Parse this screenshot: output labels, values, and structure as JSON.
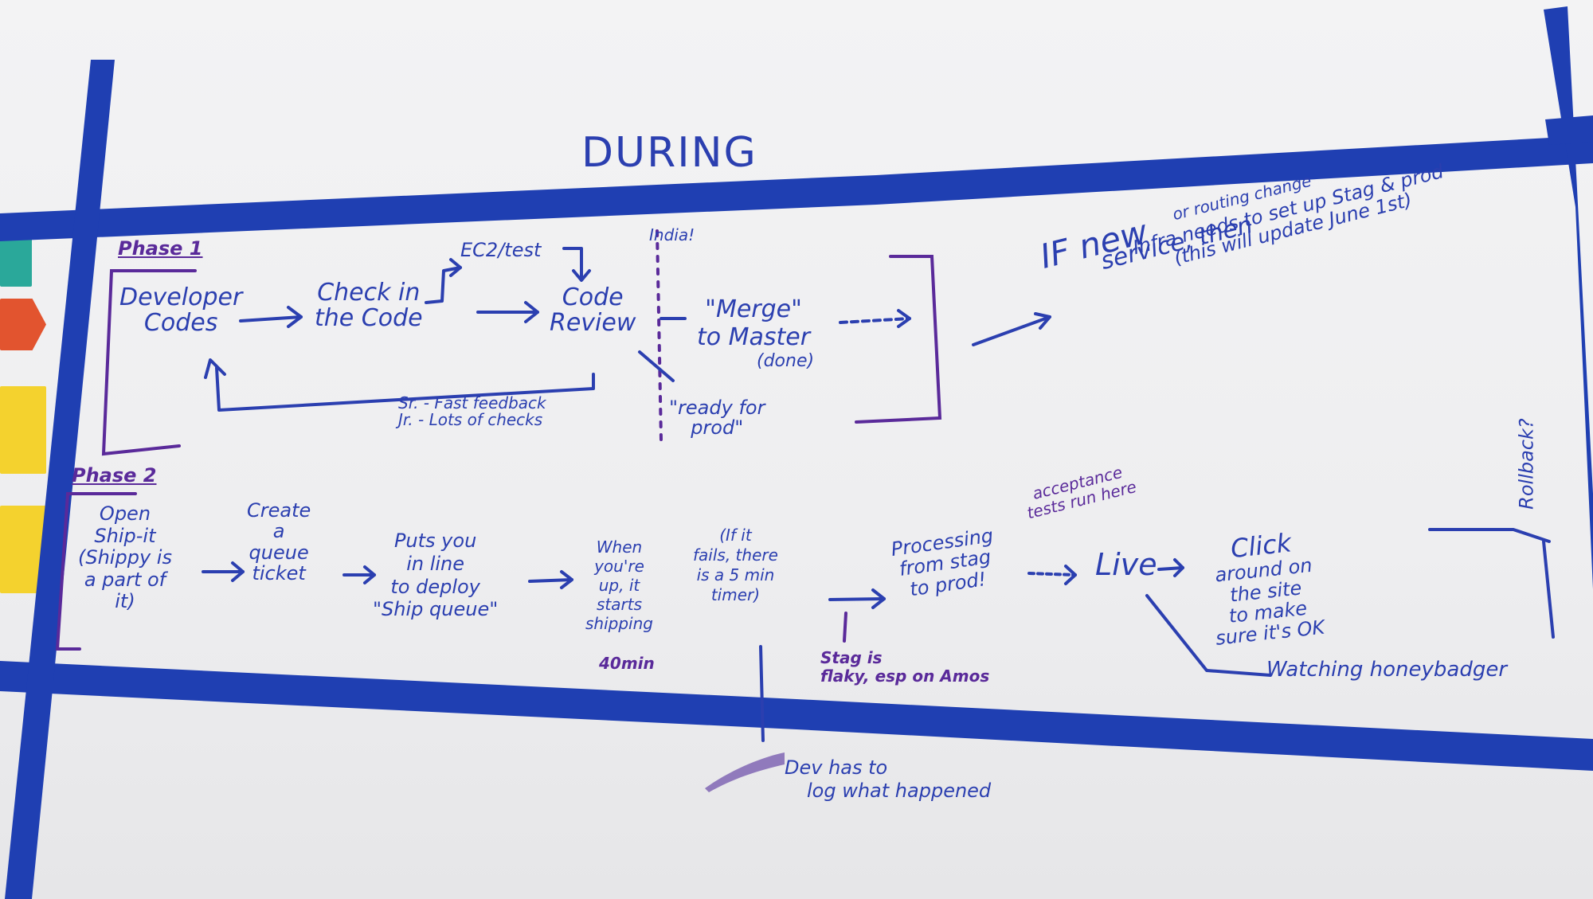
{
  "board": {
    "title": "DURING",
    "phase1": {
      "label": "Phase 1",
      "developer_codes": [
        "Developer",
        "Codes"
      ],
      "check_in": [
        "Check in",
        "the Code"
      ],
      "ec2_test": "EC2/test",
      "code_review": [
        "Code",
        "Review"
      ],
      "feedback": [
        "Sr. - Fast feedback",
        "Jr. - Lots of checks"
      ],
      "india": "India!",
      "merge": [
        "\"Merge\"",
        "to Master",
        "(done)"
      ],
      "ready": [
        "\"ready for",
        "prod\""
      ],
      "if_new": "IF new",
      "service_then": "service, then",
      "routing_change": "or routing change",
      "infra_note": [
        "Infra needs to set up Stag & prod",
        "(this will update June 1st)"
      ]
    },
    "phase2": {
      "label": "Phase 2",
      "open_shipit": [
        "Open",
        "Ship-it",
        "(Shippy is",
        "a part of",
        "it)"
      ],
      "queue_ticket": [
        "Create",
        "a",
        "queue",
        "ticket"
      ],
      "puts_in_line": [
        "Puts you",
        "in line",
        "to deploy",
        "\"Ship queue\""
      ],
      "when_up": [
        "When",
        "you're",
        "up, it",
        "starts",
        "shipping"
      ],
      "duration": "40min",
      "if_fails": [
        "(If it",
        "fails, there",
        "is a 5 min",
        "timer)"
      ],
      "processing": [
        "Processing",
        "from stag",
        "to prod!"
      ],
      "acceptance": [
        "acceptance",
        "tests run here"
      ],
      "live": "Live",
      "click_around": [
        "Click",
        "around on",
        "the site",
        "to make",
        "sure it's OK"
      ],
      "rollback": "Rollback?",
      "watching": "Watching honeybadger",
      "stag_flaky": [
        "Stag is",
        "flaky, esp on Amos"
      ],
      "dev_log": [
        "Dev has to",
        "log what happened"
      ]
    }
  },
  "colors": {
    "tape": "#1f3fb2",
    "marker_blue": "#2b3fb0",
    "marker_purple": "#5a2a9a",
    "board": "#f2f2f3"
  }
}
